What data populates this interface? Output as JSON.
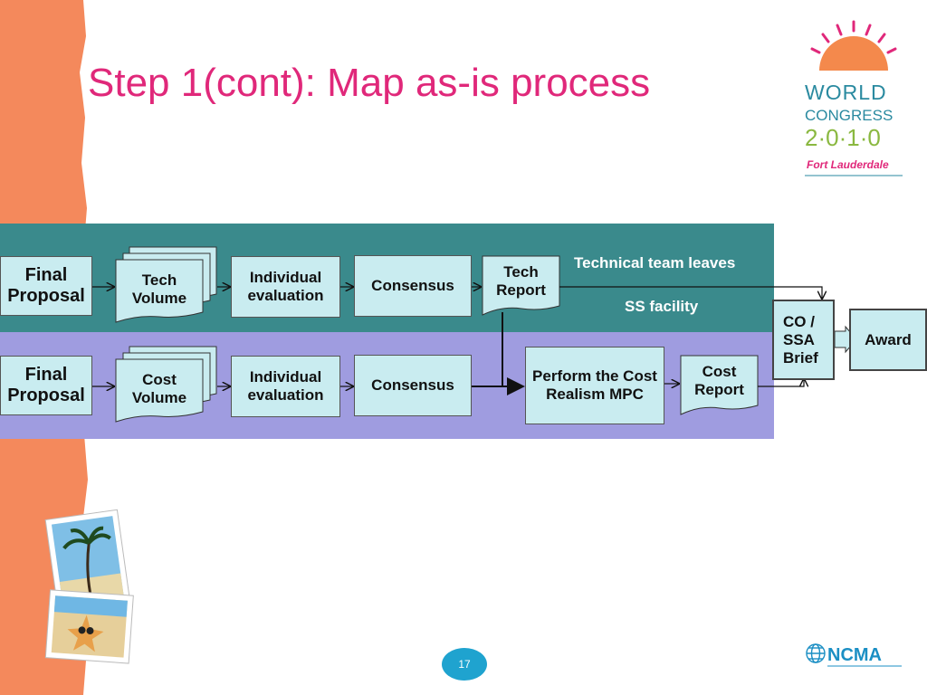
{
  "slide": {
    "title": "Step 1(cont): Map as-is process",
    "page_number": "17"
  },
  "logo": {
    "line1": "WORLD",
    "line2": "CONGRESS",
    "line3": "2·0·1·0",
    "line4": "Fort Lauderdale"
  },
  "footer_logo": {
    "name": "NCMA"
  },
  "diagram": {
    "technical_lane": {
      "label_top": "Technical team leaves",
      "label_bottom": "SS facility",
      "final_proposal": "Final Proposal",
      "volume": "Tech Volume",
      "evaluation": "Individual evaluation",
      "consensus": "Consensus",
      "report": "Tech Report"
    },
    "cost_lane": {
      "final_proposal": "Final Proposal",
      "volume": "Cost Volume",
      "evaluation": "Individual evaluation",
      "consensus": "Consensus",
      "realism": "Perform the Cost Realism MPC",
      "report": "Cost Report"
    },
    "brief": "CO / SSA Brief",
    "award": "Award"
  },
  "colors": {
    "title": "#e0287a",
    "technical_lane": "#3a8a8c",
    "cost_lane": "#9f9ce0",
    "box_fill": "#c9ecf0",
    "orange_strip": "#f4895c"
  }
}
